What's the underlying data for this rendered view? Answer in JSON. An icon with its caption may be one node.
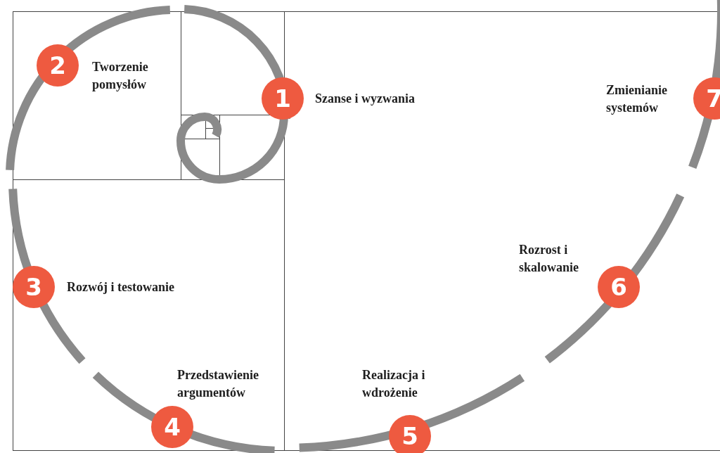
{
  "diagram": {
    "nodes": [
      {
        "text": [
          "1"
        ],
        "beside": [
          "Szanse i wyzwania"
        ]
      },
      {
        "text": [
          "2"
        ],
        "beside": [
          "Tworzenie pomysłów"
        ]
      },
      {
        "text": [
          "3"
        ],
        "beside": [
          "Rozwój i testowanie"
        ]
      },
      {
        "text": [
          "4"
        ],
        "beside": [
          "Przedstawienie argumentów"
        ]
      },
      {
        "text": [
          "5"
        ],
        "beside": [
          "Realizacja i wdrożenie"
        ]
      },
      {
        "text": [
          "6"
        ],
        "beside": [
          "Rozrost i skalowanie"
        ]
      },
      {
        "text": [
          "7"
        ],
        "beside": [
          "Zmienianie systemów"
        ]
      }
    ]
  }
}
